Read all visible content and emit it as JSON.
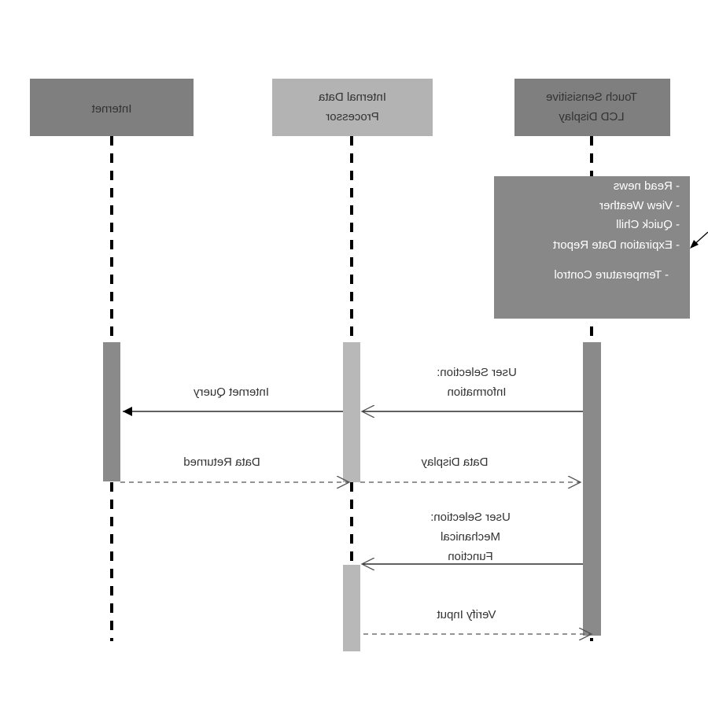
{
  "diagram": {
    "lifelines": {
      "internet": {
        "title_lines": [
          "Internet"
        ],
        "fill": "#7f7f7f",
        "activation_fill": "#8a8a8a"
      },
      "processor": {
        "title_lines": [
          "Internal Data",
          "Processor"
        ],
        "fill": "#b3b3b3",
        "activation_fill": "#b8b8b8"
      },
      "display": {
        "title_lines": [
          "Touch Sensisitive",
          "LCD Display"
        ],
        "fill": "#7f7f7f",
        "activation_fill": "#8a8a8a"
      }
    },
    "note": {
      "items": [
        "- Read news",
        "- View Weather",
        "- Quick Chill",
        "- Expiration Date Report",
        "- Temperature Control"
      ],
      "fill": "#888888"
    },
    "messages": {
      "user_selection_info": [
        "User Selection:",
        "Information"
      ],
      "internet_query": [
        "Internet Query"
      ],
      "data_returned": [
        "Data Returned"
      ],
      "data_display": [
        "Data Display"
      ],
      "user_selection_mech": [
        "User Selection:",
        "Mechanical",
        "Function"
      ],
      "verify_input": [
        "Verify Input"
      ]
    },
    "colors": {
      "line": "#000000",
      "dashed_arrow": "#555555",
      "text": "#333333"
    }
  }
}
